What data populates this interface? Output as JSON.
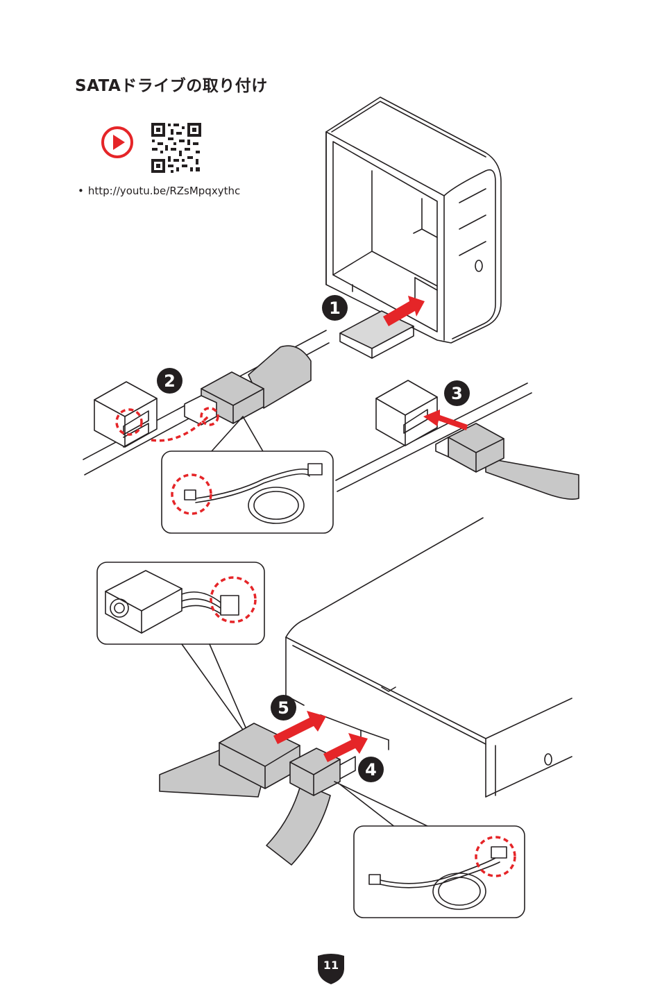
{
  "title": "SATAドライブの取り付け",
  "video": {
    "url": "http://youtu.be/RZsMpqxythc"
  },
  "steps": [
    "1",
    "2",
    "3",
    "4",
    "5"
  ],
  "page_number": "11",
  "colors": {
    "accent_red": "#e52528",
    "ink": "#231f20",
    "cable_fill": "#c8c8c8"
  },
  "icons": [
    "play-icon",
    "qr-code"
  ]
}
